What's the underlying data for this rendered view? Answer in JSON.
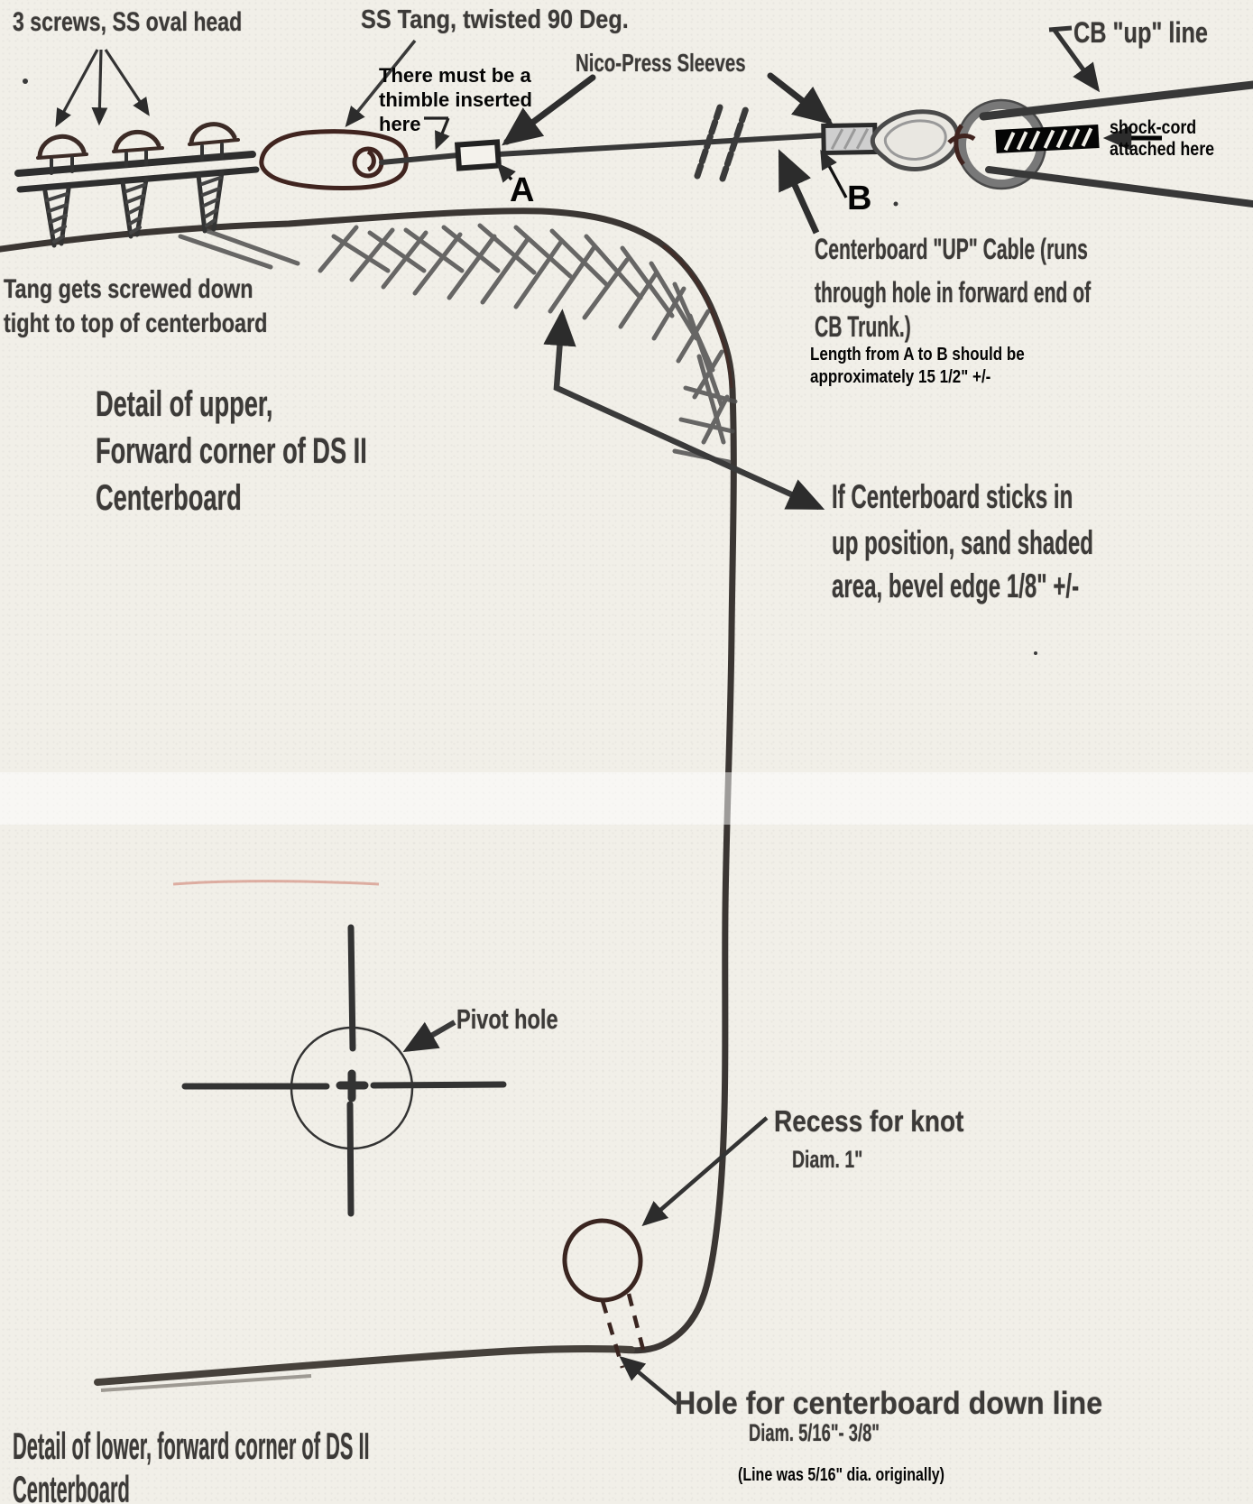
{
  "title": "DS II Centerboard detail diagram",
  "colors": {
    "paper": "#f1efe8",
    "ink_dark": "#333333",
    "ink_brown": "#402620",
    "ink_gray": "#555555",
    "shockcord_black": "#050505",
    "faint_red": "#cc7766"
  },
  "labels": {
    "screws": "3 screws, SS oval head",
    "tang": "SS Tang, twisted 90 Deg.",
    "thimble_note": [
      "There must be a",
      "thimble inserted",
      "here"
    ],
    "nico": "Nico-Press Sleeves",
    "cb_up_line": "CB \"up\" line",
    "shock_cord": [
      "shock-cord",
      "attached here"
    ],
    "point_a": "A",
    "point_b": "B",
    "cb_cable": [
      "Centerboard \"UP\" Cable (runs",
      "through hole in forward end of",
      "CB Trunk.)"
    ],
    "length_note": [
      "Length from A to B should be",
      "approximately 15 1/2\" +/-"
    ],
    "tang_screwed": [
      "Tang gets screwed down",
      "tight to top of centerboard"
    ],
    "upper_title": [
      "Detail of upper,",
      "Forward corner of DS II",
      "Centerboard"
    ],
    "bevel_note": [
      "If Centerboard sticks in",
      "up position, sand shaded",
      "area, bevel edge 1/8\" +/-"
    ],
    "pivot": "Pivot hole",
    "recess": "Recess for knot",
    "recess_diam": "Diam. 1\"",
    "hole": "Hole for centerboard down line",
    "hole_diam": "Diam. 5/16\"- 3/8\"",
    "line_was": "(Line was 5/16\" dia. originally)",
    "lower_title": [
      "Detail of lower, forward corner of DS II",
      "Centerboard"
    ]
  }
}
